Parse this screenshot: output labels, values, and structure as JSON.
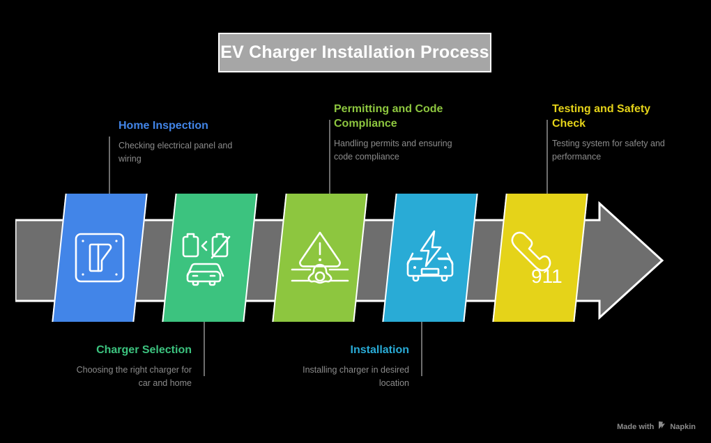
{
  "header": {
    "title": "EV Charger Installation Process",
    "title_bg": "#A6A6A6",
    "title_color": "#FFFFFF"
  },
  "diagram": {
    "type": "chevron-process-arrow",
    "arrow_color": "#6E6E6E",
    "connector_color": "#6E6E6E",
    "background": "#000000",
    "steps": [
      {
        "index": 1,
        "title": "Home Inspection",
        "description": "Checking electrical panel and wiring",
        "color": "#4285E8",
        "icon": "electrical-panel-switch-icon",
        "label_position": "top",
        "text_align": "left"
      },
      {
        "index": 2,
        "title": "Charger Selection",
        "description": "Choosing the right charger for car and home",
        "color": "#3CC37F",
        "icon": "battery-comparison-car-icon",
        "label_position": "bottom",
        "text_align": "right"
      },
      {
        "index": 3,
        "title": "Permitting and Code Compliance",
        "description": "Handling permits and ensuring code compliance",
        "color": "#8DC63F",
        "icon": "warning-permit-stamp-icon",
        "label_position": "top",
        "text_align": "left"
      },
      {
        "index": 4,
        "title": "Installation",
        "description": "Installing charger in desired location",
        "color": "#29ABD6",
        "icon": "car-lightning-bolt-icon",
        "label_position": "bottom",
        "text_align": "right"
      },
      {
        "index": 5,
        "title": "Testing and Safety Check",
        "description": "Testing system for safety and performance",
        "color": "#E5D319",
        "icon": "emergency-phone-911-icon",
        "icon_text": "911",
        "label_position": "top",
        "text_align": "left"
      }
    ]
  },
  "footer": {
    "made_with": "Made with",
    "brand": "Napkin",
    "logo_icon": "napkin-leaf-logo-icon",
    "color": "#8C8C8C"
  }
}
